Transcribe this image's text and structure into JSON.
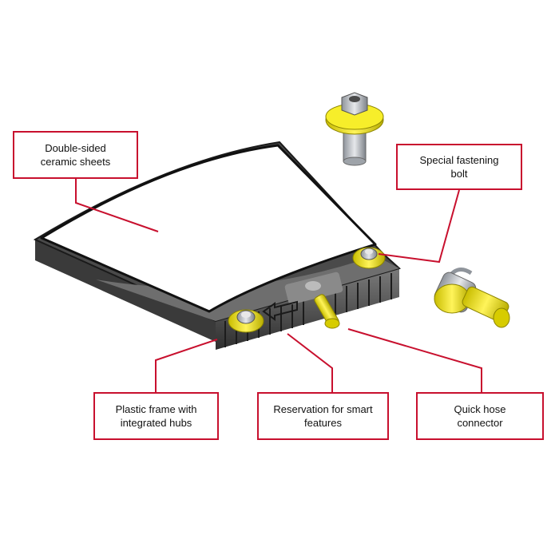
{
  "colors": {
    "callout_border": "#c8102e",
    "leader_line": "#c8102e",
    "frame_dark": "#3a3a3a",
    "frame_mid": "#6a6a6a",
    "sheet": "#ffffff",
    "hub_yellow": "#f2e600",
    "metal": "#c9ccd1"
  },
  "icons": [
    "plate-assembly-icon",
    "fastening-bolt-icon",
    "hose-connector-icon"
  ],
  "callouts": {
    "ceramic_sheets": "Double-sided\nceramic sheets",
    "fastening_bolt": "Special fastening\nbolt",
    "plastic_frame": "Plastic frame with\nintegrated hubs",
    "smart_features": "Reservation for smart\nfeatures",
    "hose_connector": "Quick hose\nconnector"
  }
}
